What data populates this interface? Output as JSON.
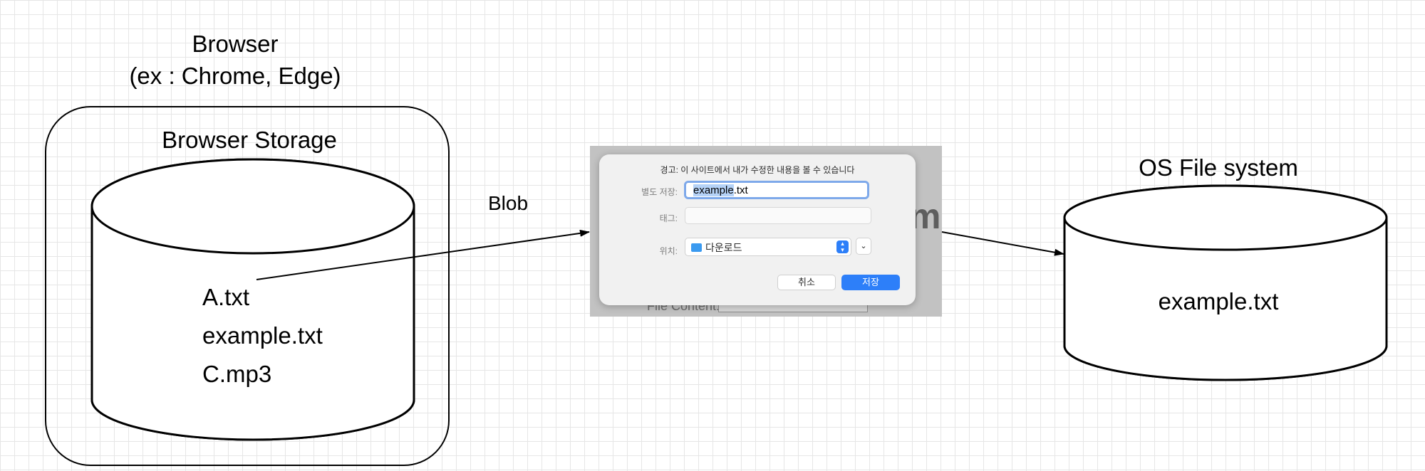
{
  "browser": {
    "title_line1": "Browser",
    "title_line2": "(ex : Chrome, Edge)",
    "storage_label": "Browser Storage",
    "files": [
      "A.txt",
      "example.txt",
      "C.mp3"
    ]
  },
  "edge_label": "Blob",
  "dialog": {
    "warning": "경고: 이 사이트에서 내가 수정한 내용을 볼 수 있습니다",
    "save_as_label": "별도 저장:",
    "filename_selected": "example",
    "filename_ext": ".txt",
    "tag_label": "태그:",
    "where_label": "위치:",
    "where_value": "다운로드",
    "cancel_label": "취소",
    "save_label": "저장",
    "background_word": "m",
    "background_field_label": "File Content:"
  },
  "os": {
    "title": "OS File system",
    "file": "example.txt"
  },
  "colors": {
    "accent": "#2d7ff9",
    "grid": "#e6e6e6"
  }
}
